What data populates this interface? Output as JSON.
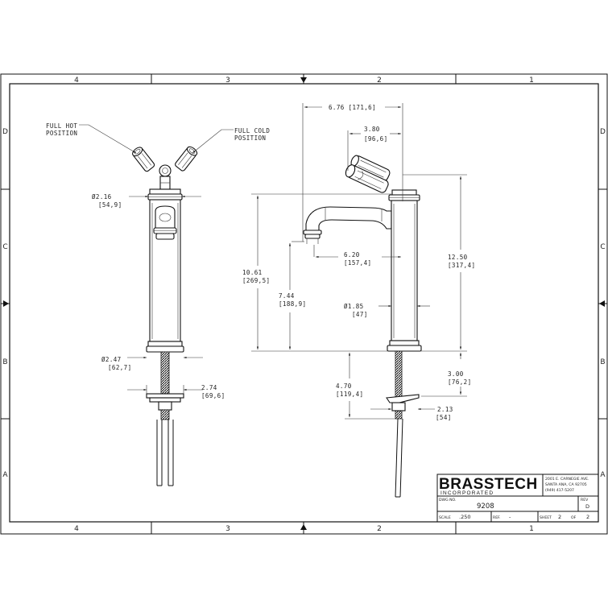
{
  "zones": {
    "columns": [
      "4",
      "3",
      "2",
      "1"
    ],
    "rows": [
      "D",
      "C",
      "B",
      "A"
    ]
  },
  "front_view": {
    "callout_hot": [
      "FULL HOT",
      "POSITION"
    ],
    "callout_cold": [
      "FULL COLD",
      "POSITION"
    ],
    "dim_top_diameter": [
      "Ø2.16",
      "[54,9]"
    ],
    "dim_base_diameter": [
      "Ø2.47",
      "[62,7]"
    ],
    "dim_mount": [
      "2.74",
      "[69,6]"
    ]
  },
  "side_view": {
    "dim_overall_depth": "6.76 [171,6]",
    "dim_handle_offset": [
      "3.80",
      "[96,6]"
    ],
    "dim_spout_reach": [
      "6.20",
      "[157,4]"
    ],
    "dim_spout_height": [
      "10.61",
      "[269,5]"
    ],
    "dim_overall_height": [
      "12.50",
      "[317,4]"
    ],
    "dim_aerator_height": [
      "7.44",
      "[188,9]"
    ],
    "dim_body_diameter": [
      "Ø1.85",
      "[47]"
    ],
    "dim_shank": [
      "3.00",
      "[76,2]"
    ],
    "dim_deck_max": [
      "4.70",
      "[119,4]"
    ],
    "dim_nut": [
      "2.13",
      "[54]"
    ]
  },
  "title_block": {
    "brand": "BRASSTECH",
    "incorporated": "INCORPORATED",
    "address": [
      "2001 E. CARNEGIE AVE.",
      "SANTA ANA, CA 92705",
      "(949) 417-5207"
    ],
    "dwg_no_label": "DWG NO.",
    "dwg_no": "9208",
    "rev_label": "REV",
    "rev": "D",
    "scale_label": "SCALE",
    "scale": ".250",
    "ref_label": "REF.",
    "ref": "-",
    "sheet_label": "SHEET",
    "sheet": "2",
    "of_label": "OF",
    "sheet_total": "2"
  }
}
